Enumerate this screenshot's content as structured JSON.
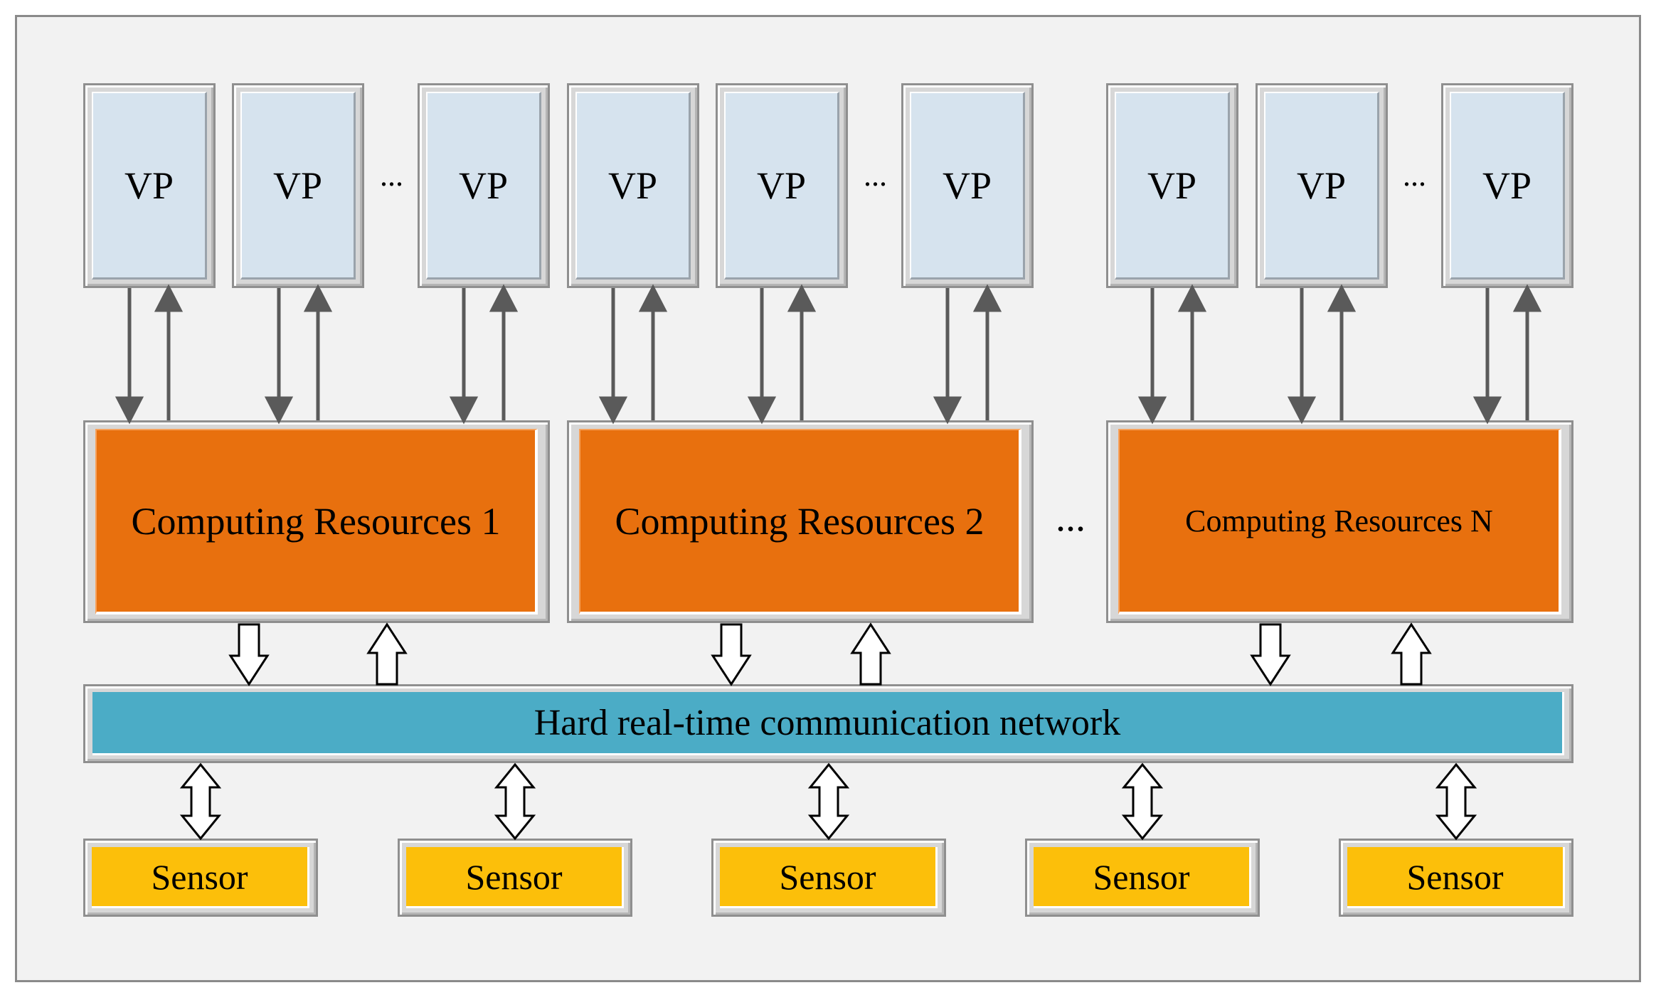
{
  "vp_groups": [
    {
      "vps": [
        "VP",
        "VP",
        "VP"
      ],
      "ellipsis": "..."
    },
    {
      "vps": [
        "VP",
        "VP",
        "VP"
      ],
      "ellipsis": "..."
    },
    {
      "vps": [
        "VP",
        "VP",
        "VP"
      ],
      "ellipsis": "..."
    }
  ],
  "computing_resources": [
    "Computing Resources 1",
    "Computing Resources 2",
    "Computing Resources N"
  ],
  "resources_ellipsis": "...",
  "network": {
    "label": "Hard real-time communication network"
  },
  "sensors": [
    "Sensor",
    "Sensor",
    "Sensor",
    "Sensor",
    "Sensor"
  ],
  "colors": {
    "vp_fill": "#d6e3ee",
    "computing_fill": "#e8700e",
    "network_fill": "#4bacc6",
    "sensor_fill": "#fcbf0a",
    "arrow_stroke": "#5a5a5a"
  }
}
